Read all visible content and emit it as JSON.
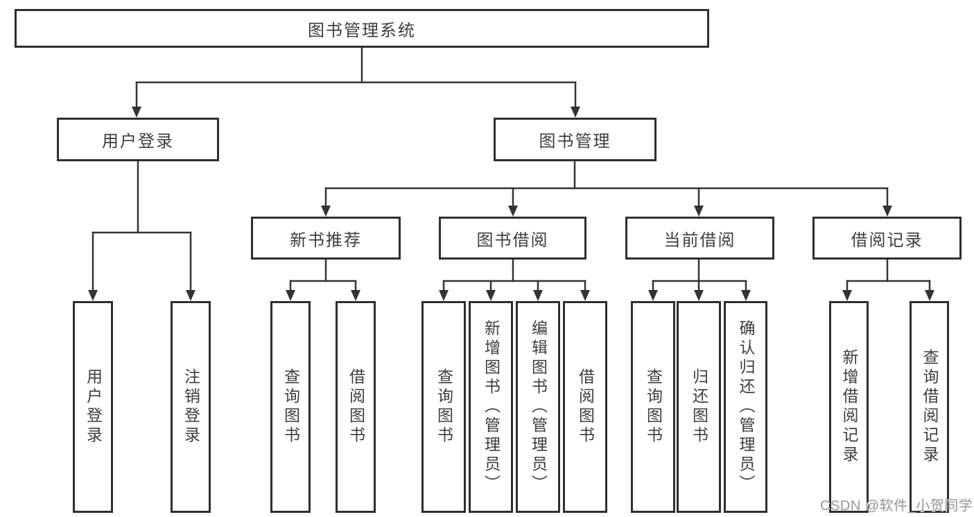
{
  "title": "图书管理系统",
  "watermark": "CSDN @软件_小贺同学",
  "colors": {
    "line": "#333333",
    "border": "#2e2e2e",
    "text": "#3d3d3d",
    "background": "#ffffff",
    "watermark": "#9c9c9c"
  },
  "nodes": {
    "root": "图书管理系统",
    "level2": {
      "user_login": "用户登录",
      "book_management": "图书管理"
    },
    "level3": {
      "new_book_recommend": "新书推荐",
      "book_borrowing": "图书借阅",
      "current_borrowing": "当前借阅",
      "borrowing_records": "借阅记录"
    },
    "leaves": {
      "user_login": [
        "用户登录",
        "注销登录"
      ],
      "new_book_recommend": [
        "查询图书",
        "借阅图书"
      ],
      "book_borrowing": [
        "查询图书",
        "新增图书（管理员）",
        "编辑图书（管理员）",
        "借阅图书"
      ],
      "current_borrowing": [
        "查询图书",
        "归还图书",
        "确认归还（管理员）"
      ],
      "borrowing_records": [
        "新增借阅记录",
        "查询借阅记录"
      ]
    }
  }
}
